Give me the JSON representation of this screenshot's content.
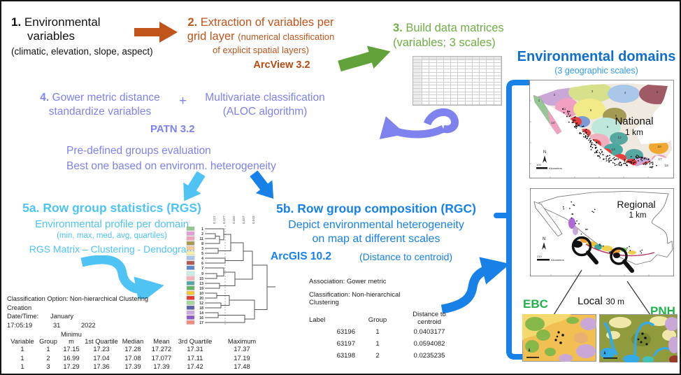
{
  "palette": {
    "orange": "#c1541b",
    "orange_tool": "#b8490e",
    "green": "#6fae45",
    "arrow_green": "#61a33a",
    "purple": "#7e82ee",
    "lblue": "#4fc3f3",
    "dblue": "#1781e8",
    "domains_blue": "#0f6fd0",
    "domains_blue2": "#2f9bf0",
    "green_label": "#21b24b"
  },
  "step1": {
    "num": "1.",
    "line1": "Environmental",
    "line2": "variables",
    "sub": "(climatic, elevation, slope, aspect)"
  },
  "step2": {
    "num": "2.",
    "line1": "Extraction of variables per",
    "line2_big": "grid layer",
    "line2_small": "(numerical classification",
    "line3": "of explicit spatial layers)",
    "tool": "ArcView 3.2"
  },
  "step3": {
    "num": "3.",
    "line1": "Build data matrices",
    "line2": "(variables; 3 scales)",
    "matrix": {
      "rows": 15,
      "cols": 12
    }
  },
  "step4": {
    "num": "4.",
    "left1": "Gower metric distance",
    "left2": "standardize variables",
    "plus": "+",
    "right1": "Multivariate classification",
    "right2": "(ALOC algorithm)",
    "tool": "PATN 3.2",
    "eval1": "Pre-defined groups evaluation",
    "eval2": "Best one based on environm. heterogeneity"
  },
  "step5a": {
    "title": "5a. Row group statistics (RGS)",
    "line1": "Environmental profile per domain",
    "line2": "(min, max, med, avg, quartiles)",
    "line3": "RGS Matrix – Clustering - Dendogram"
  },
  "step5b": {
    "title": "5b. Row group composition (RGC)",
    "line1": "Depict environmental heterogeneity",
    "line2": "on map at different scales",
    "tool": "ArcGIS 10.2",
    "note": "(Distance to centroid)"
  },
  "domains": {
    "title": "Environmental domains",
    "subtitle": "(3 geographic scales)",
    "national": {
      "label": "National",
      "scale": "1 km",
      "north": "N",
      "scalebar_num": "100",
      "scalebar_unit": "Kilometers",
      "region_numbers": [
        "2",
        "3",
        "4",
        "6",
        "1",
        "11",
        "5",
        "8",
        "10",
        "9",
        "12",
        "15",
        "13",
        "10",
        "17",
        "18"
      ]
    },
    "regional": {
      "label": "Regional",
      "scale": "1 km",
      "north": "N",
      "scalebar_num": "210",
      "scalebar_unit": "Kilometers"
    },
    "local": {
      "label": "Local",
      "scale": "30 m",
      "ebc": "EBC",
      "pnh": "PNH"
    }
  },
  "stats_table": {
    "option": "Classification Option: Non-hierarchical Clustering",
    "creation": "Creation",
    "datetime_label": "Date/Time:",
    "month": "January",
    "time": "17:05:19",
    "day": "31",
    "year": "2022",
    "columns": [
      "Variable",
      "Group",
      "Minimu\nm",
      "1st Quartile",
      "Median",
      "Mean",
      "3rd Quartile",
      "Maximum"
    ],
    "rows": [
      [
        "1",
        "1",
        "17.15",
        "17.23",
        "17.28",
        "17.272",
        "17.31",
        "17.37"
      ],
      [
        "1",
        "2",
        "16.99",
        "17.04",
        "17.08",
        "17.077",
        "17.11",
        "17.19"
      ],
      [
        "1",
        "3",
        "17.29",
        "17.36",
        "17.39",
        "17.39",
        "17.42",
        "17.48"
      ]
    ]
  },
  "rgc_table": {
    "association": "Association: Gower metric",
    "classification1": "Classification: Non-hierarchical",
    "classification2": "Clustering",
    "col1": "Label",
    "col2": "Group",
    "col3": "Distance to\ncentroid",
    "rows": [
      [
        "63196",
        "1",
        "0.0403177"
      ],
      [
        "63197",
        "1",
        "0.0594082"
      ],
      [
        "63198",
        "2",
        "0.0235235"
      ]
    ]
  },
  "dendrogram": {
    "scale_labels": [
      "0.121",
      "0.227",
      "0.332",
      "0.437",
      "0.543"
    ],
    "leaves": [
      {
        "id": "1",
        "color": "#94c794"
      },
      {
        "id": "2",
        "color": "#e39fd3"
      },
      {
        "id": "11",
        "color": "#f2a3c0"
      },
      {
        "id": "8",
        "color": "#a59a54"
      },
      {
        "id": "3",
        "color": "#f2cb97"
      },
      {
        "id": "5",
        "color": "#f7f0a3"
      },
      {
        "id": "4",
        "color": "#a9c7e8"
      },
      {
        "id": "6",
        "color": "#b05a52"
      },
      {
        "id": "7",
        "color": "#5b87cc"
      },
      {
        "id": "9",
        "color": "#c9eee4"
      },
      {
        "id": "15",
        "color": "#f3b3bb"
      },
      {
        "id": "13",
        "color": "#57a8a0"
      },
      {
        "id": "19",
        "color": "#64b264"
      },
      {
        "id": "10",
        "color": "#f7c63a"
      },
      {
        "id": "20",
        "color": "#e53935"
      },
      {
        "id": "12",
        "color": "#a6d893"
      },
      {
        "id": "18",
        "color": "#5d5fa8"
      },
      {
        "id": "14",
        "color": "#c9aade"
      },
      {
        "id": "16",
        "color": "#8a5bc2"
      },
      {
        "id": "17",
        "color": "#f28b82"
      }
    ]
  }
}
